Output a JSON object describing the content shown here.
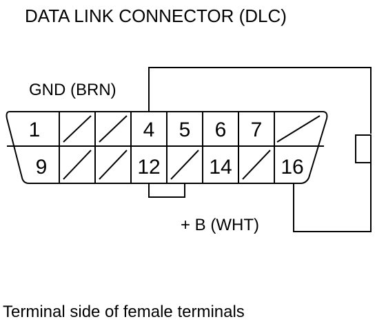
{
  "title": "DATA LINK CONNECTOR (DLC)",
  "labels": {
    "gnd": "GND (BRN)",
    "plus_b": "+ B (WHT)"
  },
  "caption": "Terminal side of female terminals",
  "pins": {
    "top_row": [
      "1",
      "",
      "",
      "4",
      "5",
      "6",
      "7",
      ""
    ],
    "bottom_row": [
      "9",
      "",
      "",
      "12",
      "",
      "14",
      "",
      "16"
    ]
  },
  "colors": {
    "line": "#000000",
    "background": "#ffffff"
  }
}
